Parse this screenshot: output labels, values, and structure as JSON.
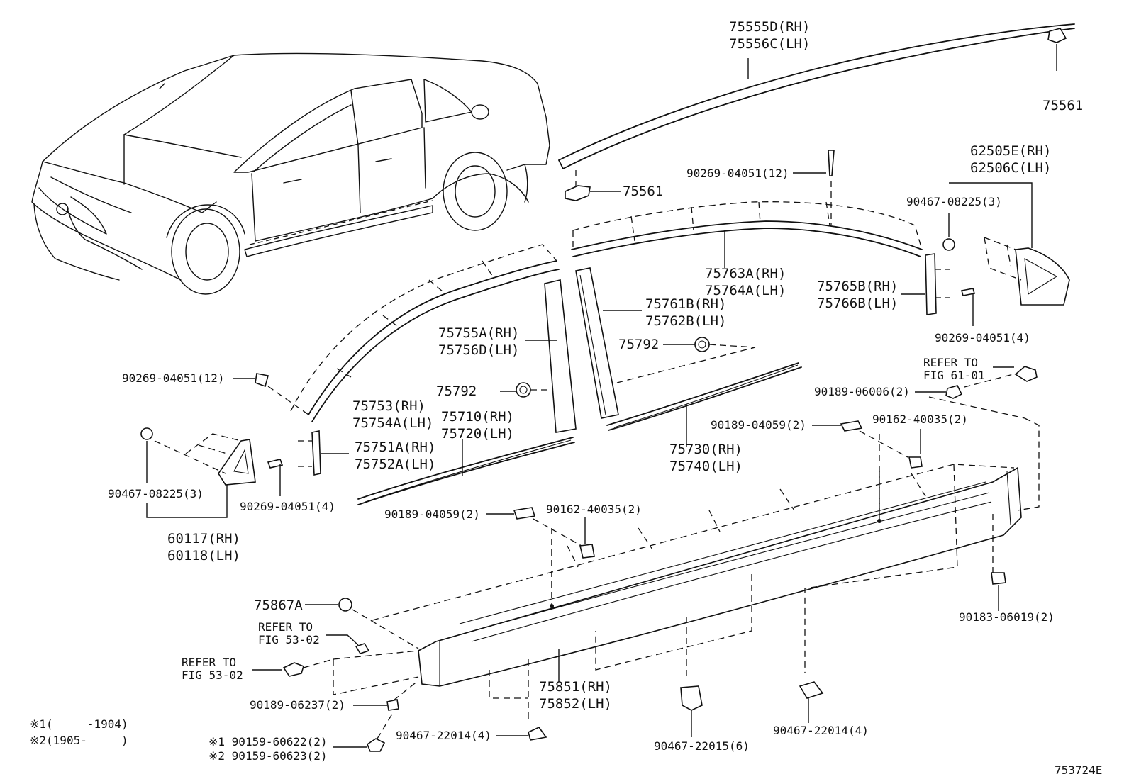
{
  "callouts": {
    "p75555d": "75555D(RH)",
    "p75556c": "75556C(LH)",
    "p75561_top": "75561",
    "p75561_mid": "75561",
    "p90269_a": "90269-04051(12)",
    "p62505e": "62505E(RH)",
    "p62506c": "62506C(LH)",
    "p90467_a": "90467-08225(3)",
    "p75763a": "75763A(RH)",
    "p75764a": "75764A(LH)",
    "p75765b": "75765B(RH)",
    "p75766b": "75766B(LH)",
    "p75761b": "75761B(RH)",
    "p75762b": "75762B(LH)",
    "p90269_b": "90269-04051(4)",
    "p75755a": "75755A(RH)",
    "p75756d": "75756D(LH)",
    "p75792_a": "75792",
    "p75792_b": "75792",
    "refer_61_a": "REFER TO",
    "refer_61_b": "FIG 61-01",
    "p90189_06006": "90189-06006(2)",
    "p90269_c": "90269-04051(12)",
    "p75753": "75753(RH)",
    "p75754a": "75754A(LH)",
    "p75710": "75710(RH)",
    "p75720": "75720(LH)",
    "p90189_04059_a": "90189-04059(2)",
    "p90162_40035_a": "90162-40035(2)",
    "p75751a": "75751A(RH)",
    "p75752a": "75752A(LH)",
    "p75730": "75730(RH)",
    "p75740": "75740(LH)",
    "p90467_b": "90467-08225(3)",
    "p90269_d": "90269-04051(4)",
    "p90189_04059_b": "90189-04059(2)",
    "p90162_40035_b": "90162-40035(2)",
    "p60117": "60117(RH)",
    "p60118": "60118(LH)",
    "p75867a": "75867A",
    "refer_53a_a": "REFER TO",
    "refer_53a_b": "FIG 53-02",
    "refer_53b_a": "REFER TO",
    "refer_53b_b": "FIG 53-02",
    "p90183_06019": "90183-06019(2)",
    "p75851": "75851(RH)",
    "p75852": "75852(LH)",
    "p90189_06237": "90189-06237(2)",
    "p90467_22014_a": "90467-22014(4)",
    "p90467_22015": "90467-22015(6)",
    "p90467_22014_b": "90467-22014(4)",
    "p90159_60622": "※1 90159-60622(2)",
    "p90159_60623": "※2 90159-60623(2)"
  },
  "notes": {
    "note1": "※1(     -1904)",
    "note2": "※2(1905-     )"
  },
  "figure_code": "753724E"
}
